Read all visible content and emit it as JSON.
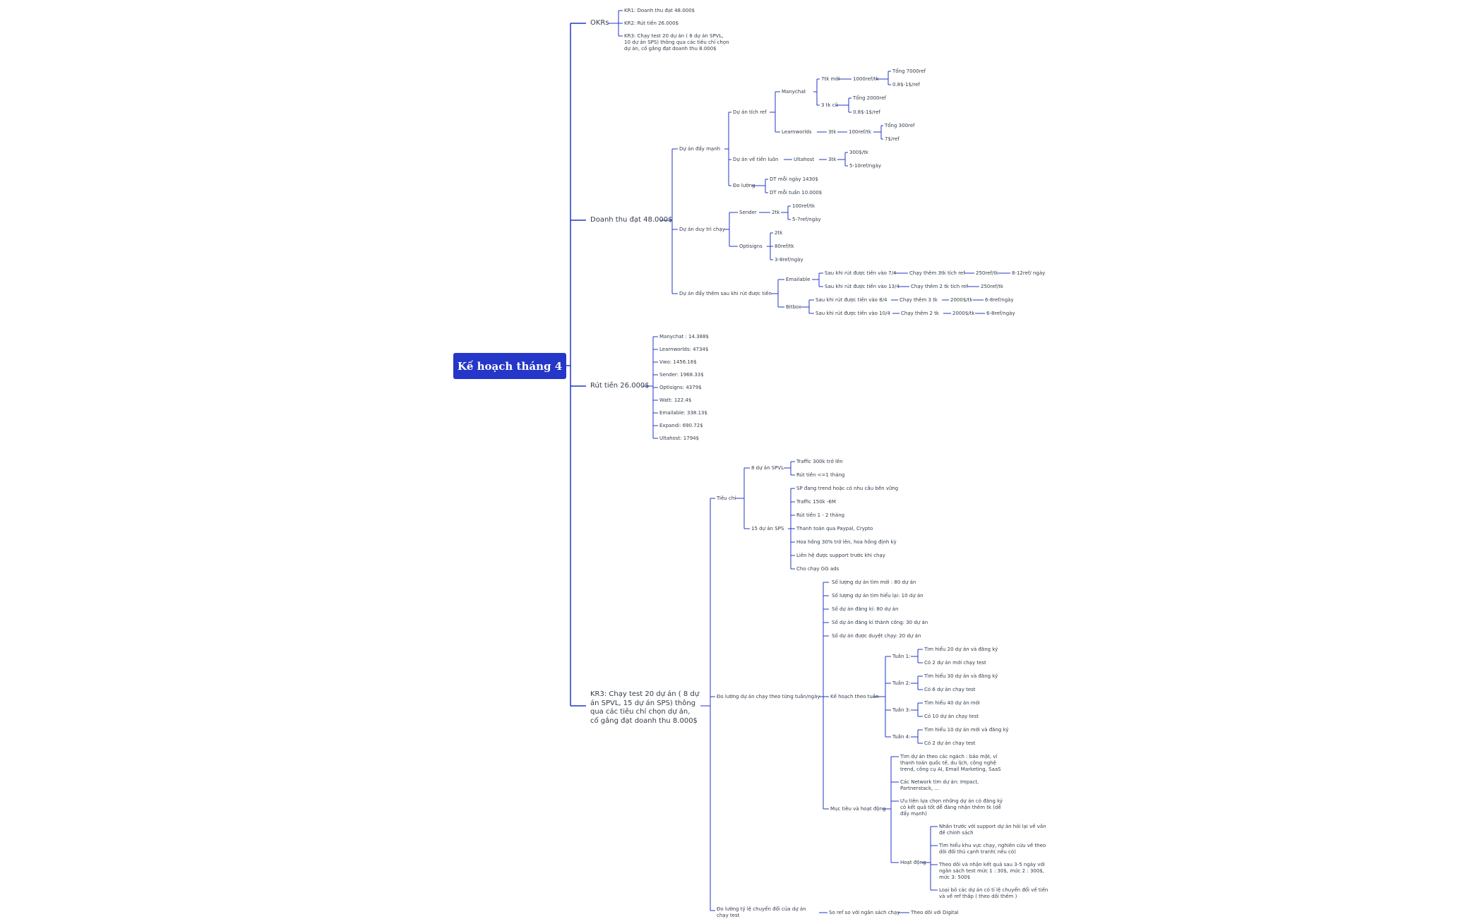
{
  "colors": {
    "line": "#2337c6",
    "root_bg": "#2537c8",
    "text": "#333d4a"
  },
  "root": "Kế hoạch tháng 4",
  "okrs": {
    "label": "OKRs",
    "kr1": "KR1: Doanh thu đạt 48.000$",
    "kr2": "KR2: Rút tiền 26.000$",
    "kr3": "KR3: Chạy test 20 dự án ( 8 dự án SPVL, 10 dự án SPS) thông qua các tiêu chí chọn dự án, cố gắng đạt doanh thu 8.000$"
  },
  "revenue": {
    "label": "Doanh thu đạt 48.000$",
    "strong": {
      "label": "Dự án đẩy mạnh",
      "ref": {
        "label": "Dự án tích ref",
        "manychat": {
          "label": "Manychat",
          "new": {
            "label": "7tk mới",
            "ref": "1000ref/tk",
            "total": "Tổng 7000ref",
            "price": "0.8$-1$/ref"
          },
          "old": {
            "label": "3 tk cũ",
            "total": "Tổng 2000ref",
            "price": "0.8$-1$/ref"
          }
        },
        "learnworlds": {
          "label": "Learnworlds",
          "tk": "3tk",
          "ref": "100ref/tk",
          "total": "Tổng 300ref",
          "price": "7$/ref"
        }
      },
      "recurring": {
        "label": "Dự án về tiền luôn",
        "ultahost": {
          "label": "Ultahost",
          "tk": "3tk",
          "per_tk": "300$/tk",
          "per_day": "5-10ref/ngày"
        }
      },
      "measure": {
        "label": "Đo lường",
        "day": "DT mỗi ngày 1430$",
        "week": "DT mỗi tuần 10.000$"
      }
    },
    "maintain": {
      "label": "Dự án duy trì chạy",
      "sender": {
        "label": "Sender",
        "tk": "2tk",
        "ref": "100ref/tk",
        "per_day": "5-7ref/ngày"
      },
      "optisigns": {
        "label": "Optisigns",
        "tk": "2tk",
        "ref": "80ref/tk",
        "per_day": "3-8ref/ngày"
      }
    },
    "push": {
      "label": "Dự án đẩy thêm sau khi rút được tiền",
      "emailable": {
        "label": "Emailable",
        "a": {
          "label": "Sau khi rút được tiền vào 7/4",
          "action": "Chạy thêm 3tk tích ref",
          "ref": "250ref/tk",
          "per_day": "8-12ref/ ngày"
        },
        "b": {
          "label": "Sau khi rút được tiền vào 13/4",
          "action": "Chạy thêm 2 tk  tích ref",
          "ref": "250ref/tk"
        }
      },
      "bitbox": {
        "label": "Bitbox",
        "a": {
          "label": "Sau khi rút được tiền vào 8/4",
          "action": "Chạy thêm 3 tk",
          "money": "2000$/tk",
          "per_day": "6-8ref/ngày"
        },
        "b": {
          "label": "Sau khi rút được tiền vào 10/4",
          "action": "Chạy thêm 2 tk",
          "money": "2000$/tk",
          "per_day": "6-8ref/ngày"
        }
      }
    }
  },
  "withdraw": {
    "label": "Rút tiền 26.000$",
    "items": [
      "Manychat : 14.388$",
      "Learnworlds: 4734$",
      "Vwo: 1456.16$",
      "Sender: 1968.33$",
      "Optisigns: 4379$",
      "Watt: 122.4$",
      "Emailable: 338.13$",
      "Expandi: 690.72$",
      "Ultahost: 1794$"
    ]
  },
  "kr3": {
    "label": "KR3: Chạy test 20 dự án ( 8 dự án SPVL, 15 dự án SPS) thông qua các tiêu chí chọn dự án, cố gắng đạt doanh thu 8.000$",
    "criteria": {
      "label": "Tiêu chí",
      "spvl": {
        "label": "8 dự án SPVL",
        "items": [
          "Traffic 300k trở lên",
          "Rút tiền <=1 tháng"
        ]
      },
      "sps": {
        "label": "15 dự án SPS",
        "items": [
          "SP đang trend hoặc có nhu cầu bền vững",
          "Traffic 150k -6M",
          "Rút tiền 1 - 2 tháng",
          "Thanh toán qua Paypal, Crypto",
          " Hoa hồng 30% trở lên, hoa hồng định kỳ",
          "Liên hệ được support trước khi chạy",
          "Cho chạy GG ads"
        ]
      }
    },
    "measure": {
      "label": "Đo lường dự án chạy theo từng tuần/ngày",
      "counts": [
        "Số lượng dự án tìm mới : 80 dự án",
        "Số lượng dự án tìm hiểu lại: 10 dự án",
        "Số dự án đăng kí: 80 dự án",
        "Số dự án đăng kí thành công: 30 dự án",
        "Số dự án được duyệt chạy: 20 dự án"
      ],
      "weekly": {
        "label": "Kế hoạch theo tuần",
        "weeks": [
          {
            "label": "Tuần 1:",
            "a": "Tìm hiểu 20 dự án và đăng ký",
            "b": "Có 2 dự án mới chạy test"
          },
          {
            "label": "Tuần 2:",
            "a": "Tìm hiểu 30 dự án và đăng ký",
            "b": "Có 6 dự án chạy test"
          },
          {
            "label": "Tuần 3:",
            "a": "Tìm hiểu 40 dự án mới",
            "b": "Có 10 dự án chạy test"
          },
          {
            "label": "Tuần 4:",
            "a": "Tìm hiểu 10 dự án mới và đăng ký",
            "b": "Có 2 dự án chạy test"
          }
        ]
      },
      "goals": {
        "label": "Mục tiêu và hoạt động",
        "items": [
          "Tìm dự án theo các ngách : bảo mật, ví thanh toán quốc tế, du lịch, công nghệ trend, công cụ AI, Email Marketing, SaaS",
          "Các Network tìm dự án: Impact, Partnerstack, ...",
          "Ưu tiên lựa chọn những dự án có đăng ký có kết quả tốt dễ đàng nhận thêm tk (dễ đẩy mạnh)"
        ],
        "activity": {
          "label": "Hoạt động",
          "items": [
            "Nhắn trước với support dự án hỏi lại về vấn đề chính sách",
            "Tìm hiểu khu vực chạy, nghiên cứu về theo dõi đối thủ cạnh tranh( nếu có)",
            "Theo dõi và nhận kết quả sau 3-5 ngày với ngân sách test mức 1 : 30$, mức 2 : 300$, mức 3: 500$",
            "Loại bỏ các dự án có tỉ lệ chuyển đổi về tiền và về ref thấp ( theo dõi thêm )"
          ]
        }
      }
    },
    "conversion": {
      "label": "Đo lường tỷ lệ chuyển đổi của dự án chạy test",
      "compare": "So ref so với ngân sách chạy",
      "digital": "Theo dõi với Digital"
    }
  }
}
